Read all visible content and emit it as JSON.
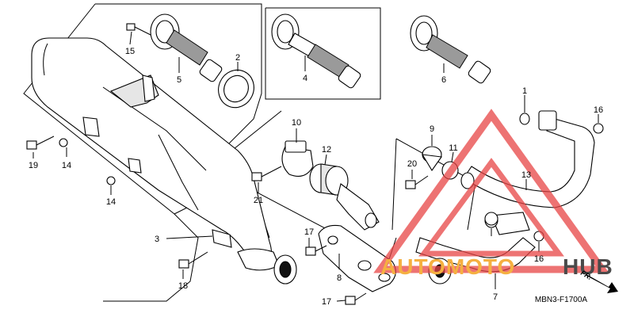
{
  "diagram": {
    "part_code": "MBN3-F1700A",
    "direction_label": "FR.",
    "watermark": {
      "text_left": "AUTOMOTO",
      "text_right": "HUB",
      "color_left": "#f5b041",
      "color_right": "#4a4a4a",
      "triangle_color": "#e84545"
    },
    "callouts": [
      {
        "id": "c1",
        "label": "1"
      },
      {
        "id": "c2",
        "label": "2"
      },
      {
        "id": "c3",
        "label": "3"
      },
      {
        "id": "c4",
        "label": "4"
      },
      {
        "id": "c5",
        "label": "5"
      },
      {
        "id": "c6",
        "label": "6"
      },
      {
        "id": "c7",
        "label": "7"
      },
      {
        "id": "c8",
        "label": "8"
      },
      {
        "id": "c9",
        "label": "9"
      },
      {
        "id": "c10",
        "label": "10"
      },
      {
        "id": "c11",
        "label": "11"
      },
      {
        "id": "c12",
        "label": "12"
      },
      {
        "id": "c13",
        "label": "13"
      },
      {
        "id": "c14a",
        "label": "14"
      },
      {
        "id": "c14b",
        "label": "14"
      },
      {
        "id": "c15",
        "label": "15"
      },
      {
        "id": "c16a",
        "label": "16"
      },
      {
        "id": "c16b",
        "label": "16"
      },
      {
        "id": "c17a",
        "label": "17"
      },
      {
        "id": "c17b",
        "label": "17"
      },
      {
        "id": "c18",
        "label": "18"
      },
      {
        "id": "c19",
        "label": "19"
      },
      {
        "id": "c20",
        "label": "20"
      },
      {
        "id": "c21",
        "label": "21"
      }
    ]
  }
}
